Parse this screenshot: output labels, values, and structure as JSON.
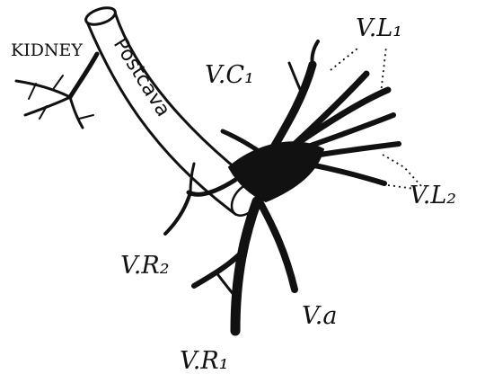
{
  "figure": {
    "ink_color": "#111111",
    "background": "#ffffff",
    "labels": {
      "kidney": "KIDNEY",
      "postcava": "Postcava",
      "vc1": "V.C₁",
      "vl1": "V.L₁",
      "vl2": "V.L₂",
      "vr2": "V.R₂",
      "va": "V.a",
      "vr1": "V.R₁"
    }
  }
}
